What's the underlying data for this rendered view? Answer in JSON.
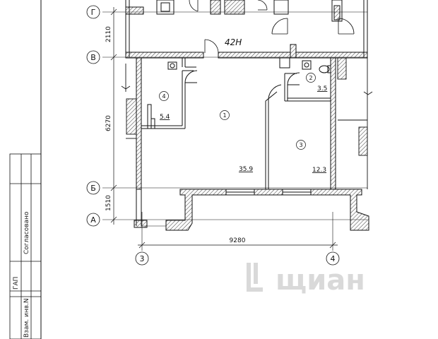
{
  "plan": {
    "unit_label": "42Н",
    "axes": {
      "letters": [
        "Г",
        "В",
        "Б",
        "А"
      ],
      "numbers": [
        "3",
        "4"
      ]
    },
    "dimensions": {
      "gv": "2110",
      "vb": "6270",
      "ba": "1510",
      "width_3_4": "9280"
    },
    "rooms": [
      {
        "number": "1",
        "area": "35.9"
      },
      {
        "number": "2",
        "area": "3.5"
      },
      {
        "number": "3",
        "area": "12.3"
      },
      {
        "number": "4",
        "area": "5.4"
      }
    ]
  },
  "stamp": {
    "approved": "Согласовано",
    "gap": "ГАП",
    "inv": "Взам. инв.N"
  },
  "watermark": {
    "text": "щиан"
  },
  "colors": {
    "line": "#111111",
    "hatch": "#555555",
    "watermark": "#d9d9d9"
  }
}
